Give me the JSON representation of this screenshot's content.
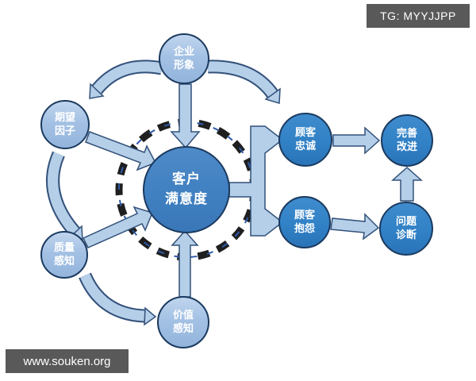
{
  "badges": {
    "tg": "TG: MYYJJPP",
    "site": "www.souken.org"
  },
  "nodes": {
    "center": {
      "label": "客户\n满意度"
    },
    "image": {
      "label": "企业\n形象"
    },
    "expectation": {
      "label": "期望\n因子"
    },
    "quality": {
      "label": "质量\n感知"
    },
    "value": {
      "label": "价值\n感知"
    },
    "loyalty": {
      "label": "顾客\n忠诚"
    },
    "complaint": {
      "label": "顾客\n抱怨"
    },
    "improve": {
      "label": "完善\n改进"
    },
    "diagnose": {
      "label": "问题\n诊断"
    }
  },
  "colors": {
    "center_fill": "#4080c1",
    "satellite_fill": "#a4c1e4",
    "process_fill": "#3181c6",
    "arrow_fill": "#b5cfe9",
    "arrow_outline": "#33517a",
    "ring_dark": "#1f1f1f",
    "ring_blue": "#2e5aa8",
    "node_border": "#1b3a5f",
    "badge_bg": "#595959",
    "background": "#ffffff"
  }
}
